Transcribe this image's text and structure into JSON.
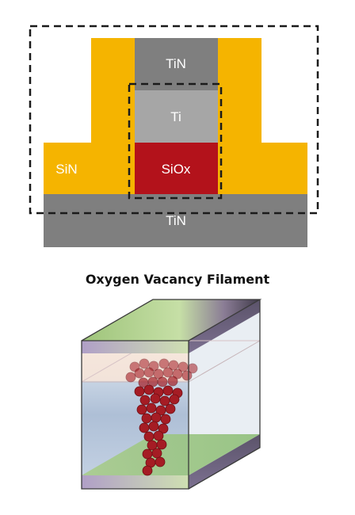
{
  "layers": {
    "tin_top": "TiN",
    "ti": "Ti",
    "siox": "SiOx",
    "sin": "SiN",
    "tin_bottom": "TiN"
  },
  "filament": {
    "title": "Oxygen Vacancy Filament"
  },
  "colors": {
    "sin": "#f5b400",
    "tin": "#7f7f7f",
    "ti": "#a6a6a6",
    "siox": "#b3121b",
    "layer_text": "#ffffff",
    "dash": "#1a1a1a",
    "vacancy": "#a51c24"
  }
}
